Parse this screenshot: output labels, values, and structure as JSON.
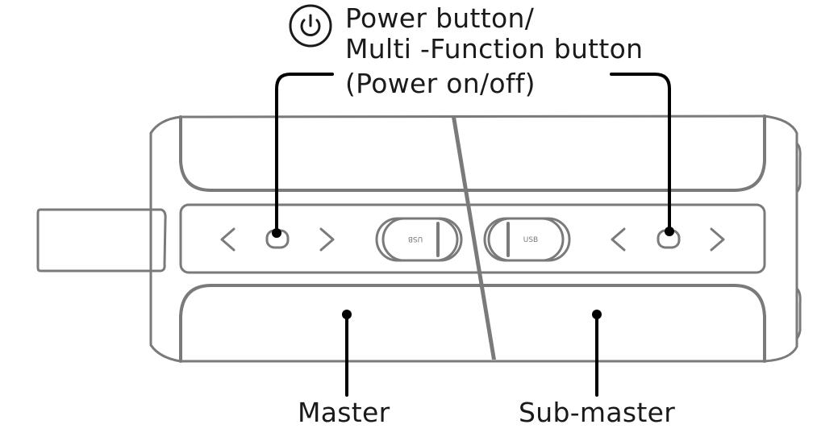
{
  "callout": {
    "icon": "power-icon",
    "line1": "Power button/",
    "line2": "Multi -Function button",
    "line3": "(Power on/off)"
  },
  "labels": {
    "master": "Master",
    "sub_master": "Sub-master"
  },
  "ports": {
    "left_usb": "USB",
    "right_usb": "USB"
  },
  "colors": {
    "device_stroke": "#7a7a7a",
    "leader": "#000000",
    "text": "#1a1a1a"
  }
}
